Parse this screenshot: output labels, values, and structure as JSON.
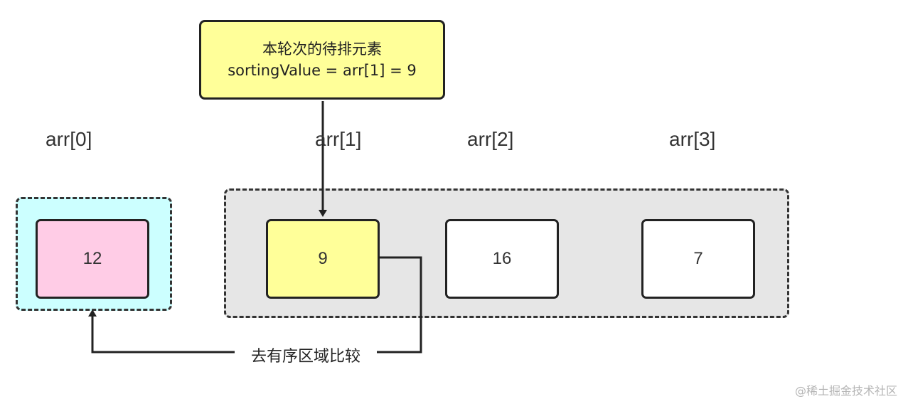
{
  "callout": {
    "line1": "本轮次的待排元素",
    "line2": "sortingValue = arr[1] = 9"
  },
  "indices": [
    "arr[0]",
    "arr[1]",
    "arr[2]",
    "arr[3]"
  ],
  "cells": [
    "12",
    "9",
    "16",
    "7"
  ],
  "compare_label": "去有序区域比较",
  "watermark": "@稀土掘金技术社区",
  "colors": {
    "callout_fill": "#FFFF99",
    "sorted_region_fill": "#CCFFFF",
    "unsorted_region_fill": "#E6E6E6",
    "cell0_fill": "#FFCCE6",
    "cell1_fill": "#FFFF99",
    "cell_default_fill": "#FFFFFF",
    "stroke": "#222222"
  }
}
